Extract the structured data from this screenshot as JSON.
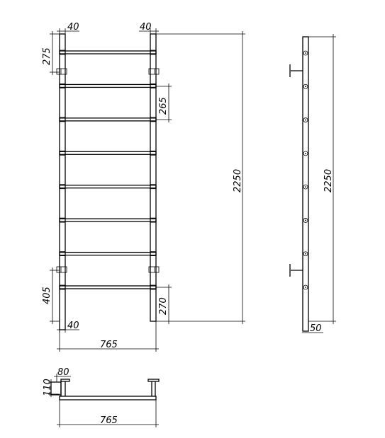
{
  "front_view": {
    "dims": {
      "post_left_width": "40",
      "post_right_width": "40",
      "top_offset": "275",
      "rung_spacing": "265",
      "total_height": "2250",
      "bottom_offset_left": "405",
      "bottom_offset_right": "270",
      "bottom_post_width": "40",
      "overall_width": "765"
    },
    "rung_count": 8
  },
  "side_view": {
    "dims": {
      "total_height": "2250",
      "depth": "50"
    },
    "pin_count": 8
  },
  "top_view": {
    "dims": {
      "bracket_width": "80",
      "bracket_depth": "110",
      "overall_width": "765"
    }
  }
}
